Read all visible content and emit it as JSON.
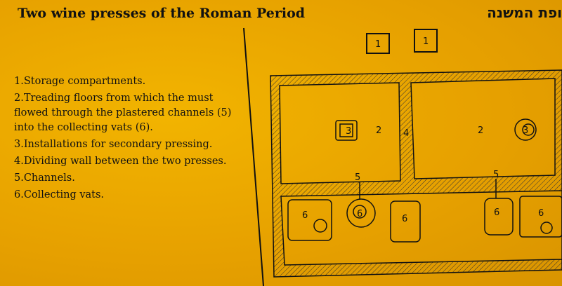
{
  "title": "Two wine presses  of the Roman Period",
  "hebrew_title": "ופת המשנה",
  "legend": [
    "1.Storage compartments.",
    "2.Treading floors from which the must flowed through the plastered channels (5) into the collecting vats (6).",
    "3.Installations for secondary pressing.",
    "4.Dividing wall between the two presses.",
    "5.Channels.",
    "6.Collecting vats."
  ],
  "labels": {
    "one": "1",
    "two": "2",
    "three": "3",
    "four": "4",
    "five": "5",
    "six": "6"
  }
}
